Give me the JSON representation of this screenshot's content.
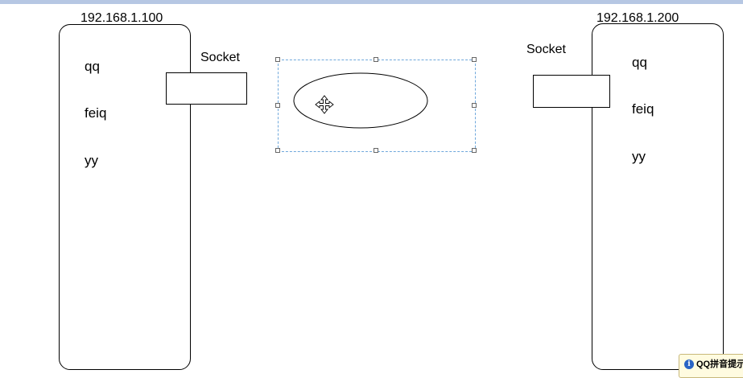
{
  "left_host": {
    "ip": "192.168.1.100",
    "apps": [
      "qq",
      "feiq",
      "yy"
    ],
    "socket_label": "Socket"
  },
  "right_host": {
    "ip": "192.168.1.200",
    "apps": [
      "qq",
      "feiq",
      "yy"
    ],
    "socket_label": "Socket"
  },
  "tooltip": {
    "icon": "info-icon",
    "text": "QQ拼音提示"
  },
  "colors": {
    "selection_border": "#6fa8dc",
    "top_strip": "#b6c7e3",
    "tooltip_bg": "#fffbe0"
  }
}
